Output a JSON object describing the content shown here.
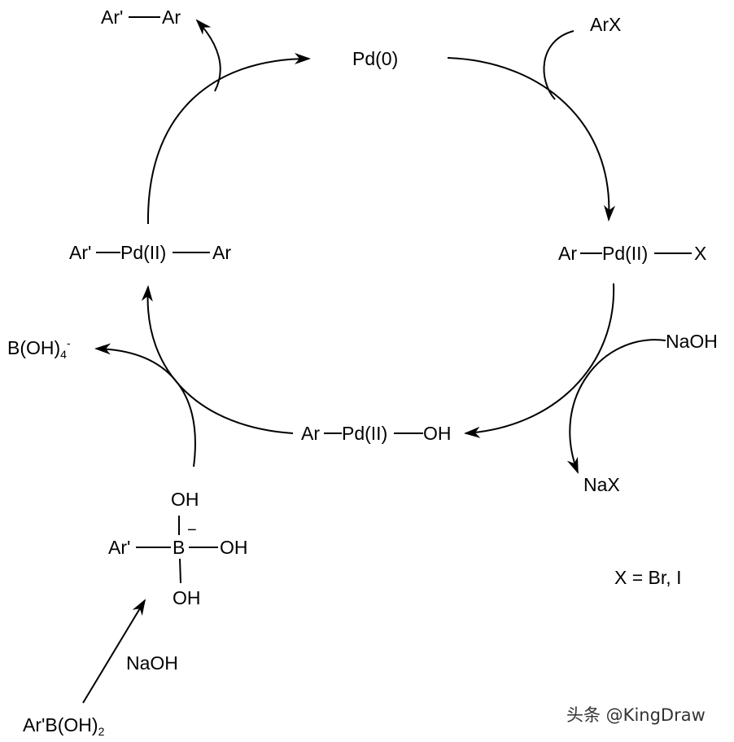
{
  "labels": {
    "pd0": "Pd(0)",
    "arx": "ArX",
    "ar_pd_x": {
      "ar": "Ar",
      "pd": "Pd(II)",
      "x": "X"
    },
    "naoh_right": "NaOH",
    "nax": "NaX",
    "ar_pd_oh": {
      "ar": "Ar",
      "pd": "Pd(II)",
      "oh": "OH"
    },
    "arprime_pd_ar": {
      "arprime": "Ar'",
      "pd": "Pd(II)",
      "ar": "Ar"
    },
    "arprime_ar": {
      "arprime": "Ar'",
      "ar": "Ar"
    },
    "borate_out": {
      "base": "B(OH)",
      "sub": "4",
      "sup": "-"
    },
    "boronate": {
      "oh_top": "OH",
      "charge": "−",
      "arprime": "Ar'",
      "b": "B",
      "oh_right": "OH",
      "oh_bottom": "OH"
    },
    "naoh_bottom": "NaOH",
    "boronic_acid": {
      "base": "Ar'B(OH)",
      "sub": "2"
    },
    "note": "X = Br, I"
  },
  "watermark": "头条 @KingDraw"
}
